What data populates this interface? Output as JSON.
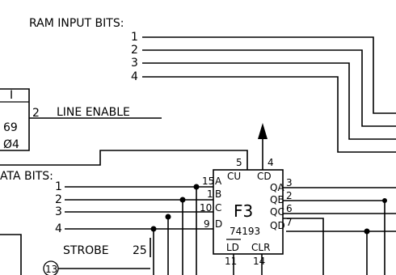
{
  "ram_input": {
    "title": "RAM INPUT BITS:",
    "bits": [
      "1",
      "2",
      "3",
      "4"
    ]
  },
  "left_chip": {
    "top_label": "I",
    "number": "69",
    "bottom_label": "Ø4",
    "pin": "2"
  },
  "line_enable": "LINE ENABLE",
  "data_bits": {
    "title": "ATA BITS:",
    "bits": [
      "1",
      "2",
      "3",
      "4"
    ]
  },
  "strobe": {
    "label": "STROBE",
    "pin": "25",
    "circle": "13"
  },
  "counter": {
    "designator": "F3",
    "part": "74193",
    "inputs": [
      {
        "pin": "15",
        "name": "A"
      },
      {
        "pin": "1",
        "name": "B"
      },
      {
        "pin": "10",
        "name": "C"
      },
      {
        "pin": "9",
        "name": "D"
      }
    ],
    "outputs": [
      {
        "name": "QA",
        "pin": "3"
      },
      {
        "name": "QB",
        "pin": "2"
      },
      {
        "name": "QC",
        "pin": "6"
      },
      {
        "name": "QD",
        "pin": "7"
      }
    ],
    "cu": {
      "name": "CU",
      "pin": "5"
    },
    "cd": {
      "name": "CD",
      "pin": "4"
    },
    "ld": {
      "name": "LD",
      "pin": "11"
    },
    "clr": {
      "name": "CLR",
      "pin": "14"
    }
  }
}
